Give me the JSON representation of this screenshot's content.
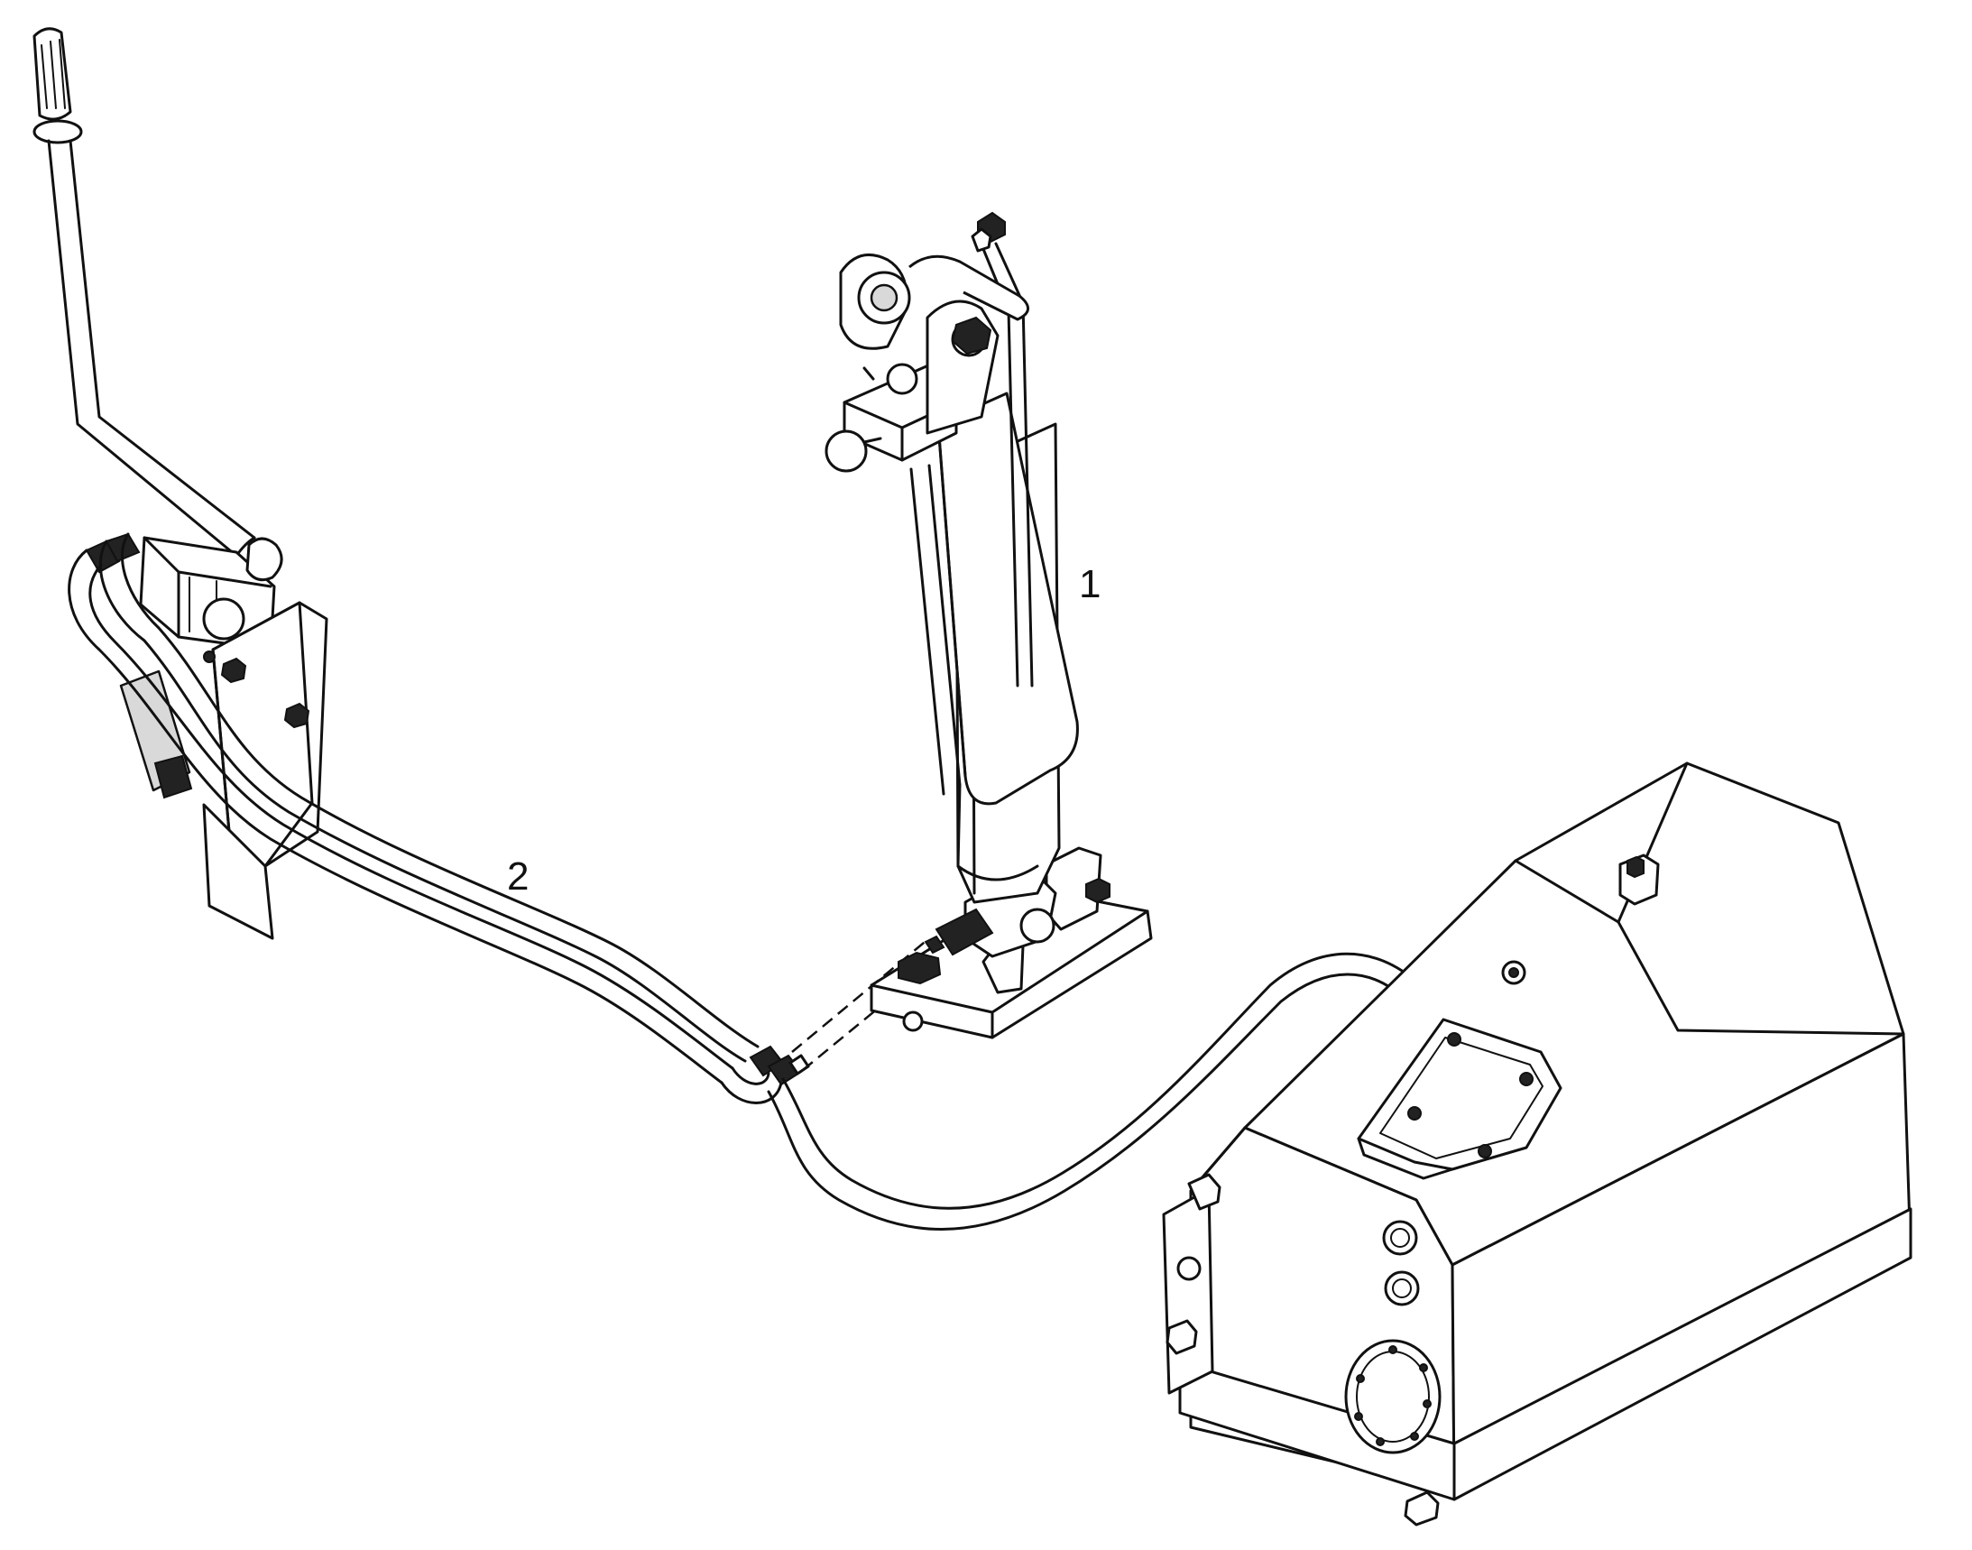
{
  "callouts": [
    {
      "id": "1",
      "label": "1"
    },
    {
      "id": "2",
      "label": "2"
    }
  ],
  "colors": {
    "line": "#111111",
    "background": "#ffffff",
    "shade": "#d9d9d9"
  }
}
